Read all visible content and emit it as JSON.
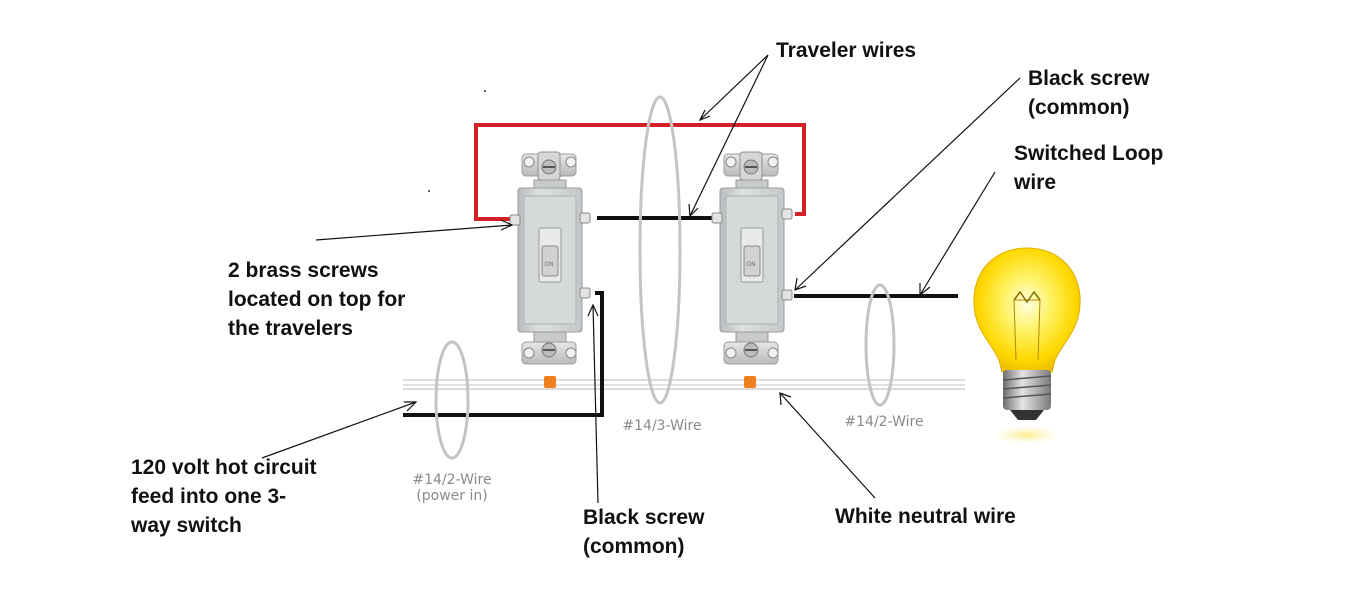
{
  "callouts": {
    "traveler_wires": "Traveler wires",
    "black_screw_top": [
      "Black screw",
      "(common)"
    ],
    "switched_loop": [
      "Switched Loop",
      "wire"
    ],
    "brass_screws": [
      "2 brass screws",
      "located on top for",
      "the travelers"
    ],
    "hot_feed": [
      "120 volt hot circuit",
      "feed into one 3-",
      "way switch"
    ],
    "black_screw_bottom": [
      "Black screw",
      "(common)"
    ],
    "white_neutral": "White neutral wire"
  },
  "cable_labels": {
    "power_in": [
      "#14/2-Wire",
      "(power in)"
    ],
    "three_wire": "#14/3-Wire",
    "two_wire": "#14/2-Wire"
  },
  "switch_toggle_text": "ON",
  "colors": {
    "traveler_red": "#d42027",
    "hot_black": "#111111",
    "neutral_gray": "#c9c9c9",
    "cable_outline": "#c4c4c4",
    "switch_body": "#cfd2d3",
    "bulb_glow": "#ffe600",
    "connector_orange": "#f07f1e"
  }
}
